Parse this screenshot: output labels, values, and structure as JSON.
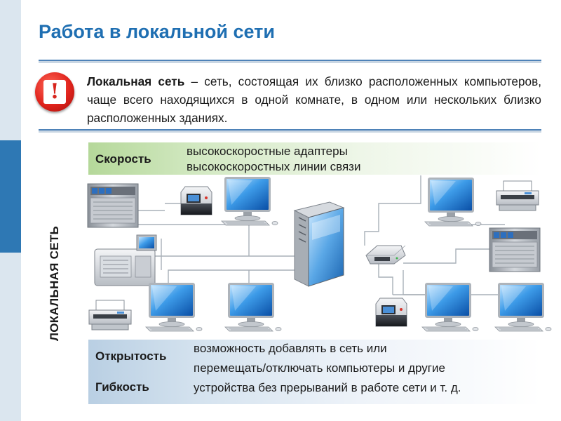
{
  "title": "Работа в локальной сети",
  "definition": {
    "term": "Локальная сеть",
    "text": " – сеть, состоящая их близко расположенных компьютеров, чаще всего находящихся в одной комнате, в одном или нескольких близко расположенных зданиях."
  },
  "alert_icon": {
    "name": "exclamation-icon",
    "glyph": "!"
  },
  "speed": {
    "label": "Скорость",
    "lines": [
      "высокоскоростные адаптеры",
      "высокоскоростных линии связи"
    ]
  },
  "openness": {
    "labels": [
      "Открытость",
      "Гибкость"
    ],
    "lines": [
      "возможность добавлять в сеть или",
      "перемещать/отключать компьютеры и другие",
      "устройства без прерываний в работе сети и т. д."
    ]
  },
  "vertical_label": "ЛОКАЛЬНАЯ СЕТЬ",
  "diagram": {
    "nodes": [
      {
        "id": "mainframe-1",
        "kind": "mainframe"
      },
      {
        "id": "printer-1",
        "kind": "printer"
      },
      {
        "id": "pc-1",
        "kind": "monitor"
      },
      {
        "id": "pc-2",
        "kind": "monitor"
      },
      {
        "id": "printer-2",
        "kind": "printer"
      },
      {
        "id": "terminal-1",
        "kind": "terminal"
      },
      {
        "id": "server-1",
        "kind": "server"
      },
      {
        "id": "hub-1",
        "kind": "hub"
      },
      {
        "id": "mainframe-2",
        "kind": "mainframe"
      },
      {
        "id": "printer-3",
        "kind": "printer"
      },
      {
        "id": "pc-3",
        "kind": "monitor"
      },
      {
        "id": "pc-4",
        "kind": "monitor"
      },
      {
        "id": "printer-4",
        "kind": "printer"
      },
      {
        "id": "pc-5",
        "kind": "monitor"
      },
      {
        "id": "pc-6",
        "kind": "monitor"
      }
    ]
  },
  "colors": {
    "title": "#1f6fb2",
    "rule": "#4e82b8",
    "side_bar": "#dbe6ef",
    "side_bar_dark": "#2e78b4",
    "alert": "#e0231c",
    "speed_row": "#b5d89a",
    "openness_row": "#b9cfe3"
  }
}
